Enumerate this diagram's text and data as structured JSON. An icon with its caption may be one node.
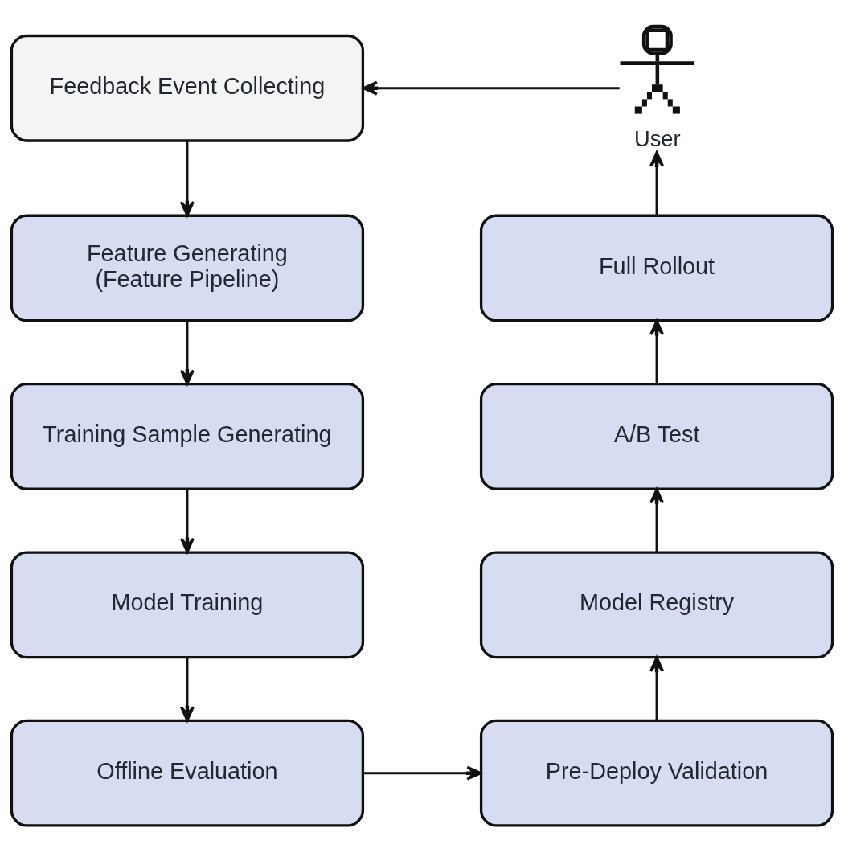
{
  "diagram": {
    "nodes": [
      {
        "text": [
          "Feedback Event Collecting"
        ]
      },
      {
        "text": [],
        "shape": "person",
        "beside": [
          "User"
        ]
      },
      {
        "text": [
          "Feature Generating (Feature Pipeline)"
        ]
      },
      {
        "text": [
          "Full Rollout"
        ]
      },
      {
        "text": [
          "Training Sample Generating"
        ]
      },
      {
        "text": [
          "A/B Test"
        ]
      },
      {
        "text": [
          "Model Training"
        ]
      },
      {
        "text": [
          "Model Registry"
        ]
      },
      {
        "text": [
          "Offline Evaluation"
        ]
      },
      {
        "text": [
          "Pre-Deploy Validation"
        ]
      }
    ],
    "edges": [
      {
        "from": 0,
        "to": 2,
        "arrow": "to"
      },
      {
        "from": 2,
        "to": 4,
        "arrow": "to"
      },
      {
        "from": 4,
        "to": 6,
        "arrow": "to"
      },
      {
        "from": 6,
        "to": 8,
        "arrow": "to"
      },
      {
        "from": 8,
        "to": 9,
        "arrow": "to"
      },
      {
        "from": 9,
        "to": 7,
        "arrow": "to"
      },
      {
        "from": 7,
        "to": 5,
        "arrow": "to"
      },
      {
        "from": 5,
        "to": 3,
        "arrow": "to"
      },
      {
        "from": 3,
        "to": 1,
        "arrow": "to"
      },
      {
        "from": 1,
        "to": 0,
        "arrow": "to"
      }
    ]
  }
}
